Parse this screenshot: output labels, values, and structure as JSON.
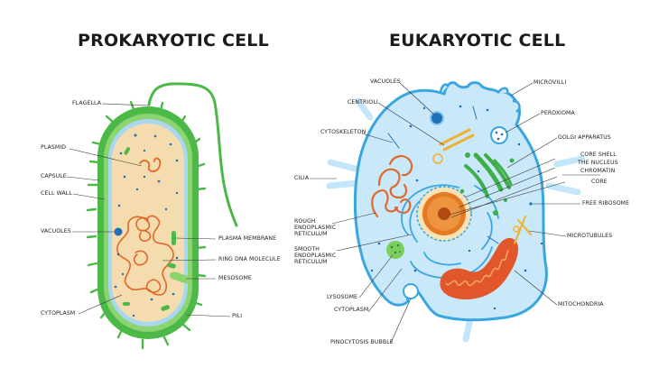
{
  "titles": {
    "prokaryotic": "PROKARYOTIC CELL",
    "eukaryotic": "EUKARYOTIC CELL"
  },
  "prokaryotic_labels": {
    "flagella": "FLAGELLA",
    "plasmid": "PLASMID",
    "capsule": "CAPSULE",
    "cell_wall": "CELL WALL",
    "vacuoles": "VACUOLES",
    "cytoplasm": "CYTOPLASM",
    "plasma_membrane": "PLASMA MEMBRANE",
    "ring_dna_molecule": "RING DNA MOLECULE",
    "mesosome": "MESOSOME",
    "pili": "PILI"
  },
  "eukaryotic_labels": {
    "vacuoles": "VACUOLES",
    "centrioli": "CENTRIOLI",
    "cytoskeleton": "CYTOSKELETON",
    "cilia": "CILIA",
    "rough_er_1": "ROUGH",
    "rough_er_2": "ENDOPLASMIC",
    "rough_er_3": "RETICULUM",
    "smooth_er_1": "SMOOTH",
    "smooth_er_2": "ENDOPLASMIC",
    "smooth_er_3": "RETICULUM",
    "lysosome": "LYSOSOME",
    "cytoplasm": "CYTOPLASM",
    "pinocytosis_bubble": "PINOCYTOSIS BUBBLE",
    "microvilli": "MICROVILLI",
    "peroxioma": "PEROXIOMA",
    "golgi_apparatus": "GOLGI APPARATUS",
    "core_shell": "CORE SHELL",
    "the_nucleus": "THE NUCLEUS",
    "chromatin": "CHROMATIN",
    "core": "CORE",
    "free_ribosome": "FREE RIBOSOME",
    "microtubules": "MICROTUBULES",
    "mitochondria": "MITOCHONDRIA"
  },
  "colors": {
    "capsule_green": "#4cb848",
    "cytoplasm_tan": "#f5dcae",
    "membrane_blue": "#a9d7f2",
    "dna_orange": "#e0682a",
    "dot_blue": "#1f6fb8",
    "eukaryote_fill": "#c9e8fa",
    "eukaryote_outline": "#3aa6df",
    "nucleus_orange": "#e57a22",
    "mito_red": "#e2562b",
    "golgi_green": "#3fae49",
    "leader_line": "#333333"
  }
}
